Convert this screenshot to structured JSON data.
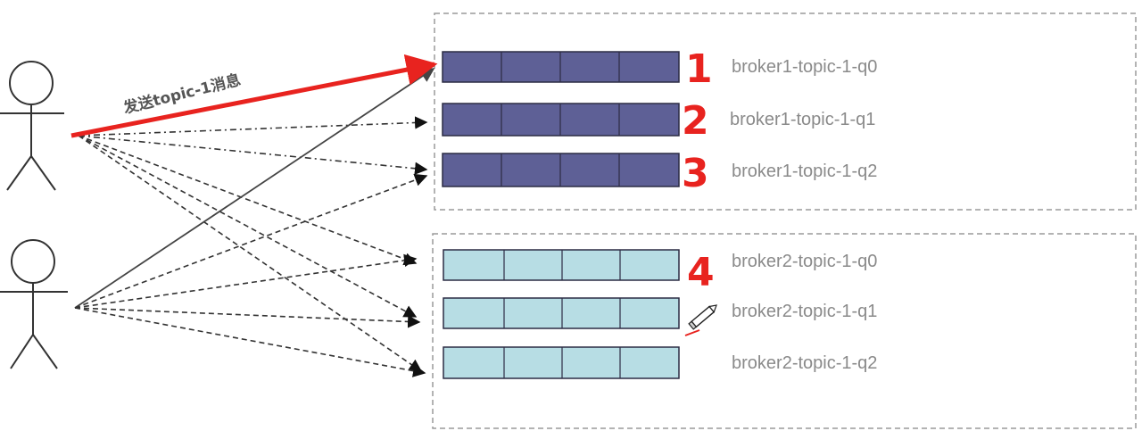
{
  "send_label": "发送topic-1消息",
  "colors": {
    "broker1_cell": "#5e6096",
    "broker2_cell": "#b7dde4",
    "highlight_arrow": "#e8231f",
    "annotation": "#e8231f",
    "queue_label": "#8a8a8a"
  },
  "brokers": [
    {
      "id": "broker1",
      "queues": [
        {
          "label": "broker1-topic-1-q0",
          "annotation": "1"
        },
        {
          "label": "broker1-topic-1-q1",
          "annotation": "2"
        },
        {
          "label": "broker1-topic-1-q2",
          "annotation": "3"
        }
      ]
    },
    {
      "id": "broker2",
      "queues": [
        {
          "label": "broker2-topic-1-q0",
          "annotation": "4"
        },
        {
          "label": "broker2-topic-1-q1",
          "annotation": ""
        },
        {
          "label": "broker2-topic-1-q2",
          "annotation": ""
        }
      ]
    }
  ],
  "icons": [
    "stick-figure-producer-icon",
    "pencil-cursor-icon"
  ]
}
